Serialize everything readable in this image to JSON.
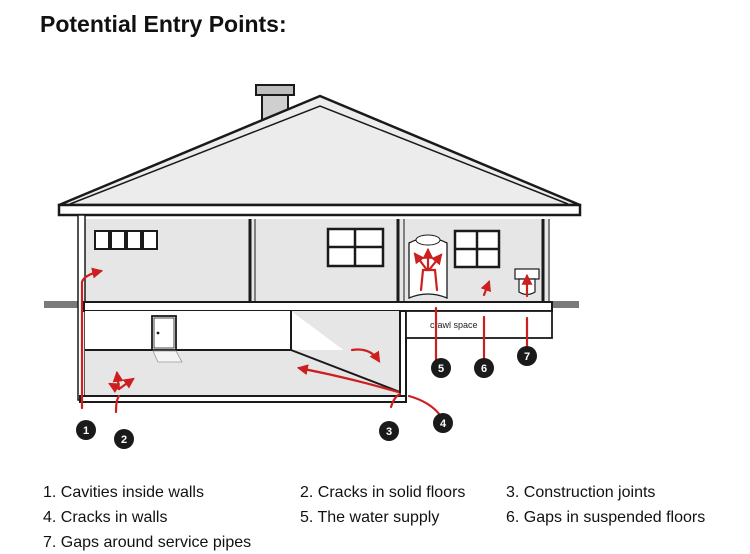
{
  "title": "Potential Entry Points:",
  "diagram": {
    "crawl_space_label": "crawl space",
    "badges": [
      "1",
      "2",
      "3",
      "4",
      "5",
      "6",
      "7"
    ],
    "arrow_color": "#cc1f1f",
    "room_fill": "#e6e6e6",
    "line_color": "#1a1a1a"
  },
  "legend": {
    "items": [
      "1. Cavities inside walls",
      "2. Cracks in solid floors",
      "3. Construction joints",
      "4. Cracks in walls",
      "5. The water supply",
      "6. Gaps in suspended floors",
      "7. Gaps around service pipes"
    ]
  }
}
